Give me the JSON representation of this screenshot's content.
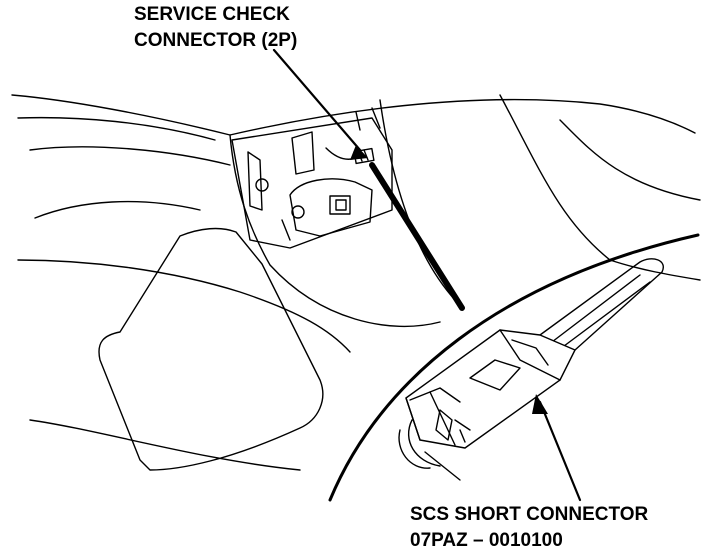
{
  "labels": {
    "service_check": {
      "line1": "SERVICE CHECK",
      "line2": "CONNECTOR (2P)"
    },
    "scs_short": {
      "line1": "SCS SHORT CONNECTOR",
      "line2": "07PAZ – 0010100"
    }
  },
  "colors": {
    "ink": "#000000",
    "paper": "#ffffff"
  }
}
